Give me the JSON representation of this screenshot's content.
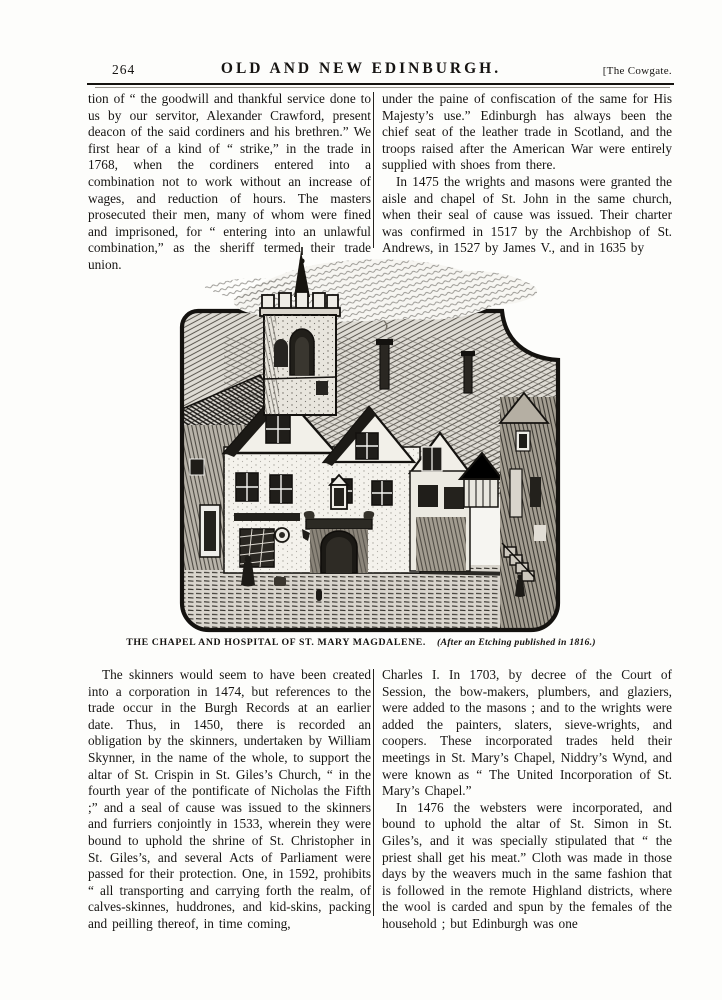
{
  "header": {
    "page_number": "264",
    "running_title": "OLD  AND  NEW  EDINBURGH.",
    "section_marker": "[The Cowgate."
  },
  "top_section": {
    "left_column": {
      "paragraphs": [
        "tion of “ the goodwill and thankful service done to us by our servitor, Alexander Crawford, present deacon of the said cordiners and his brethren.” We first hear of a kind of “ strike,” in the trade in 1768, when the cordiners entered into a combination not to work without an increase of wages, and reduction of hours.  The masters prosecuted their men, many of whom were fined and imprisoned, for “ entering into an unlawful combination,” as the sheriff termed their trade union."
      ]
    },
    "right_column": {
      "paragraphs": [
        "under the paine of confiscation of the same for His Majesty’s use.”  Edinburgh has always been the chief seat of the leather trade in Scotland, and the troops raised after the American War were entirely supplied with shoes from there.",
        "In 1475 the wrights and masons were granted the aisle and chapel of St. John in the same church, when their seal of cause was issued.  Their charter was confirmed in 1517 by the Archbishop of St. Andrews, in 1527 by James V., and in 1635 by"
      ]
    }
  },
  "illustration": {
    "caption_main": "THE CHAPEL AND HOSPITAL OF ST. MARY MAGDALENE.",
    "caption_note": "(After an Etching published in 1816.)"
  },
  "bottom_section": {
    "left_column": {
      "paragraphs": [
        "The skinners would seem to have been created into a corporation in 1474, but references to the trade occur in the Burgh Records at an earlier date.  Thus, in 1450, there is recorded an obligation by the skinners, undertaken by William Skynner, in the name of the whole, to support the altar of St. Crispin in St. Giles’s Church, “ in the fourth year of the pontificate of Nicholas the Fifth ;” and a seal of cause was issued to the skinners and furriers conjointly in 1533, wherein they were bound to uphold the shrine of St. Christopher in St. Giles’s, and several Acts of Parliament were passed for their protection.  One, in 1592, prohibits “ all transporting and carrying forth the realm, of calves-skinnes, huddrones, and kid-skins, packing and peilling thereof, in time coming,"
      ]
    },
    "right_column": {
      "paragraphs": [
        "Charles I.  In 1703, by decree of the Court of Session, the bow-makers, plumbers, and glaziers, were added to the masons ; and to the wrights were added the painters, slaters, sieve-wrights, and coopers.  These incorporated trades held their meetings in St. Mary’s Chapel, Niddry’s Wynd, and were known as “ The United Incorporation of St. Mary’s Chapel.”",
        "In 1476 the websters were incorporated, and bound to uphold the altar of St. Simon in St. Giles’s, and it was specially stipulated that “ the priest shall get his meat.”  Cloth was made in those days by the weavers much in the same fashion that is followed in the remote Highland districts, where the wool is carded and spun by the females of the household ; but Edinburgh was one"
      ]
    }
  },
  "colors": {
    "ink": "#161412",
    "paper": "#fdfdfb"
  }
}
